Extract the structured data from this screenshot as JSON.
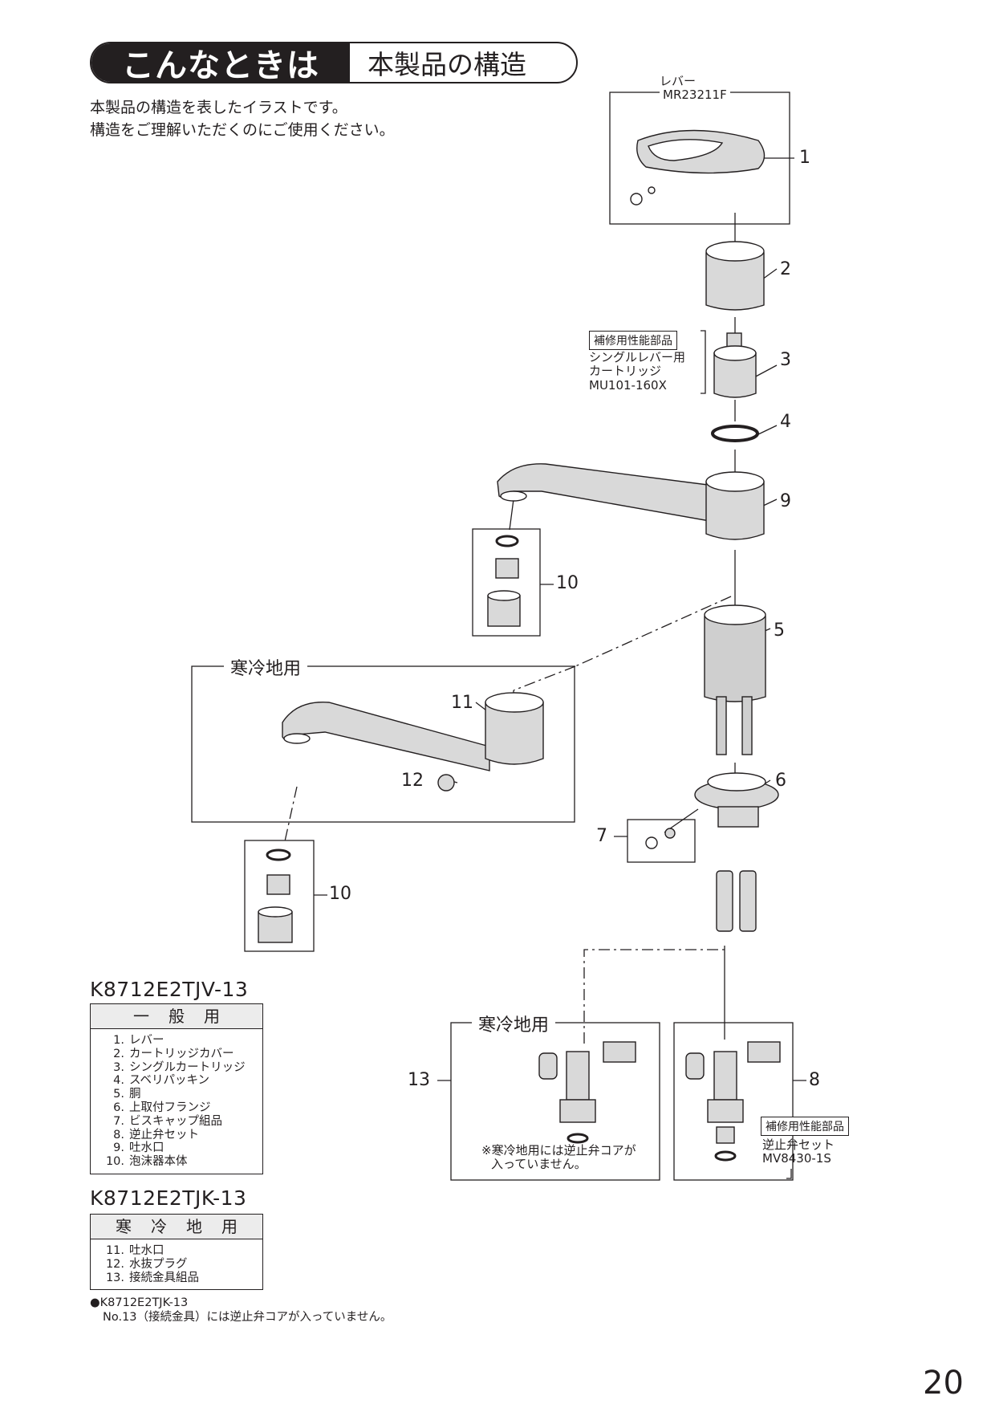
{
  "header": {
    "section": "こんなときは",
    "title": "本製品の構造"
  },
  "intro": [
    "本製品の構造を表したイラストです。",
    "構造をご理解いただくのにご使用ください。"
  ],
  "diagram": {
    "lever_label": "レバー",
    "lever_code": "MR23211F",
    "repair_tag": "補修用性能部品",
    "cartridge_label": [
      "シングルレバー用",
      "カートリッジ"
    ],
    "cartridge_code": "MU101-160X",
    "cold_region": "寒冷地用",
    "cold_region_2": "寒冷地用",
    "numbers": {
      "n1": "1",
      "n2": "2",
      "n3": "3",
      "n4": "4",
      "n5": "5",
      "n6": "6",
      "n7": "7",
      "n8": "8",
      "n9": "9",
      "n10a": "10",
      "n10b": "10",
      "n11": "11",
      "n12": "12",
      "n13": "13"
    },
    "cold_note": [
      "※寒冷地用には逆止弁コアが",
      "入っていません。"
    ],
    "check_tag": "補修用性能部品",
    "check_label": "逆止弁セット",
    "check_code": "MV8430-1S"
  },
  "general": {
    "model": "K8712E2TJV-13",
    "heading": "一般用",
    "items": [
      {
        "no": "1.",
        "name": "レバー"
      },
      {
        "no": "2.",
        "name": "カートリッジカバー"
      },
      {
        "no": "3.",
        "name": "シングルカートリッジ"
      },
      {
        "no": "4.",
        "name": "スベリパッキン"
      },
      {
        "no": "5.",
        "name": "胴"
      },
      {
        "no": "6.",
        "name": "上取付フランジ"
      },
      {
        "no": "7.",
        "name": "ビスキャップ組品"
      },
      {
        "no": "8.",
        "name": "逆止弁セット"
      },
      {
        "no": "9.",
        "name": "吐水口"
      },
      {
        "no": "10.",
        "name": "泡沫器本体"
      }
    ]
  },
  "cold": {
    "model": "K8712E2TJK-13",
    "heading": "寒冷地用",
    "items": [
      {
        "no": "11.",
        "name": "吐水口"
      },
      {
        "no": "12.",
        "name": "水抜プラグ"
      },
      {
        "no": "13.",
        "name": "接続金具組品"
      }
    ]
  },
  "footnote": {
    "model": "●K8712E2TJK-13",
    "text": "No.13（接続金具）には逆止弁コアが入っていません。"
  },
  "page_number": "20"
}
